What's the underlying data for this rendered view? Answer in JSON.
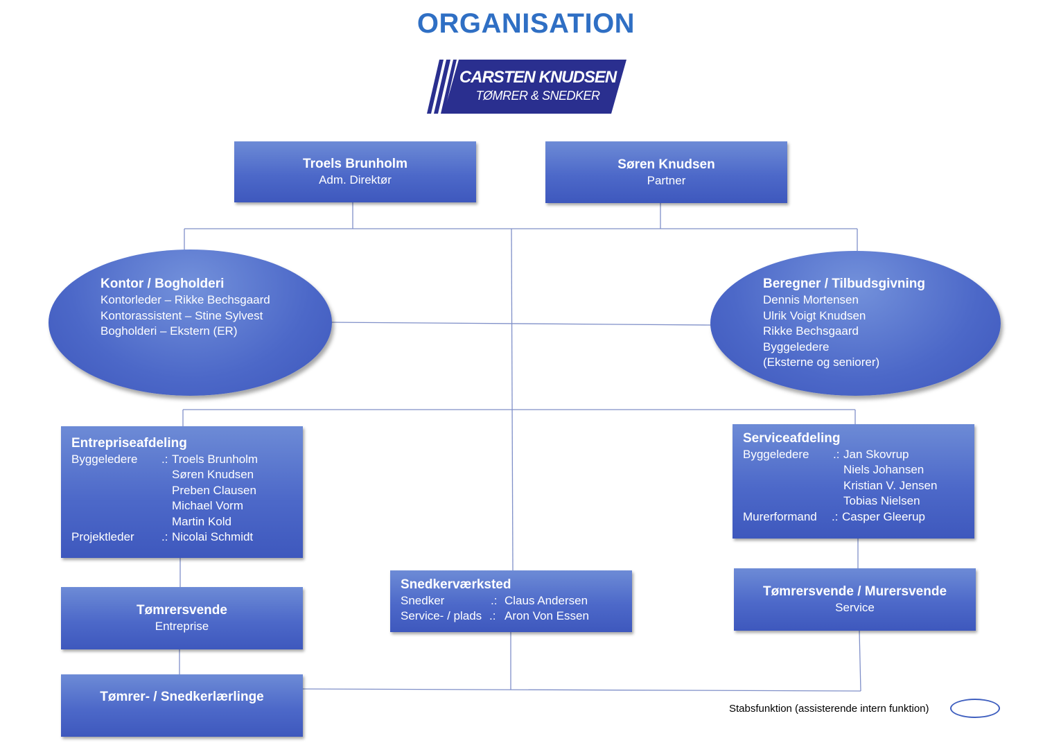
{
  "title": "ORGANISATION",
  "logo": {
    "line1": "CARSTEN KNUDSEN",
    "line2": "TØMRER & SNEDKER"
  },
  "colors": {
    "title": "#2f6fc4",
    "box": "#4d69c9",
    "logo": "#2a2f8f",
    "connector": "#7f8fc8"
  },
  "boxes": {
    "troels": {
      "name": "Troels Brunholm",
      "role": "Adm. Direktør"
    },
    "soren": {
      "name": "Søren Knudsen",
      "role": "Partner"
    },
    "kontor": {
      "heading": "Kontor / Bogholderi",
      "lines": [
        "Kontorleder – Rikke Bechsgaard",
        "Kontorassistent – Stine Sylvest",
        "Bogholderi – Ekstern (ER)"
      ]
    },
    "beregner": {
      "heading": "Beregner / Tilbudsgivning",
      "lines": [
        "Dennis Mortensen",
        "Ulrik Voigt Knudsen",
        "Rikke Bechsgaard",
        "Byggeledere",
        "(Eksterne og seniorer)"
      ]
    },
    "entreprise": {
      "heading": "Entrepriseafdeling",
      "rows": [
        {
          "label": "Byggeledere",
          "sep": ".:",
          "value": "Troels Brunholm"
        },
        {
          "label": "",
          "sep": "",
          "value": "Søren Knudsen"
        },
        {
          "label": "",
          "sep": "",
          "value": "Preben Clausen"
        },
        {
          "label": "",
          "sep": "",
          "value": "Michael Vorm"
        },
        {
          "label": "",
          "sep": "",
          "value": "Martin Kold"
        },
        {
          "label": "Projektleder",
          "sep": ".:",
          "value": "Nicolai Schmidt"
        }
      ]
    },
    "service": {
      "heading": "Serviceafdeling",
      "rows": [
        {
          "label": "Byggeledere",
          "sep": ".:",
          "value": "Jan Skovrup"
        },
        {
          "label": "",
          "sep": "",
          "value": "Niels Johansen"
        },
        {
          "label": "",
          "sep": "",
          "value": "Kristian V. Jensen"
        },
        {
          "label": "",
          "sep": "",
          "value": "Tobias Nielsen"
        }
      ],
      "murer": {
        "label": "Murerformand",
        "sep": ".:",
        "value": "Casper Gleerup"
      }
    },
    "snedker": {
      "heading": "Snedkerværksted",
      "rows": [
        {
          "label": "Snedker",
          "sep": ".:",
          "value": "Claus Andersen"
        },
        {
          "label": "Service- / plads",
          "sep": ".:",
          "value": "Aron Von Essen"
        }
      ]
    },
    "tomrersvende": {
      "name": "Tømrersvende",
      "role": "Entreprise"
    },
    "tomrerMurer": {
      "name": "Tømrersvende / Murersvende",
      "role": "Service"
    },
    "laerlinge": {
      "name": "Tømrer- / Snedkerlærlinge"
    }
  },
  "legend": {
    "text": "Stabsfunktion (assisterende intern funktion)"
  }
}
